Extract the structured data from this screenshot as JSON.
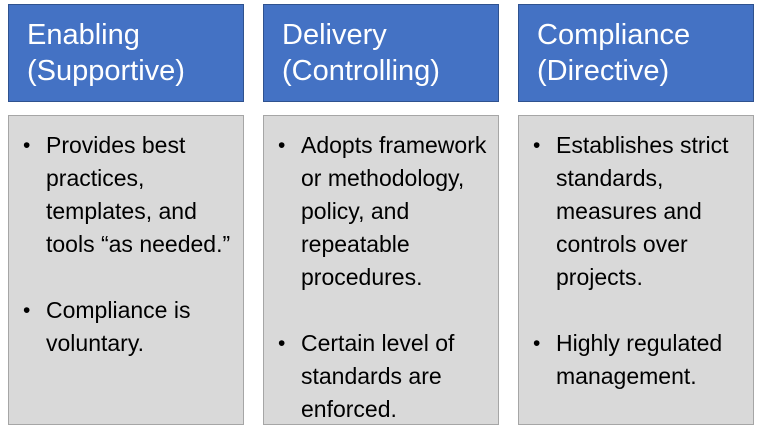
{
  "colors": {
    "header_bg": "#4472C4",
    "header_border": "#2F528F",
    "header_text": "#FFFFFF",
    "body_bg": "#D9D9D9",
    "body_border": "#A6A6A6",
    "body_text": "#000000",
    "page_bg": "#FFFFFF"
  },
  "bullet_glyph": "•",
  "columns": [
    {
      "title": "Enabling (Supportive)",
      "bullets": [
        "Provides best practices, templates, and tools “as needed.”",
        "Compliance is voluntary."
      ]
    },
    {
      "title": "Delivery (Controlling)",
      "bullets": [
        "Adopts framework or methodology, policy, and repeatable procedures.",
        "Certain level of standards are enforced."
      ]
    },
    {
      "title": "Compliance (Directive)",
      "bullets": [
        "Establishes strict standards, measures and controls over projects.",
        "Highly regulated management."
      ]
    }
  ]
}
